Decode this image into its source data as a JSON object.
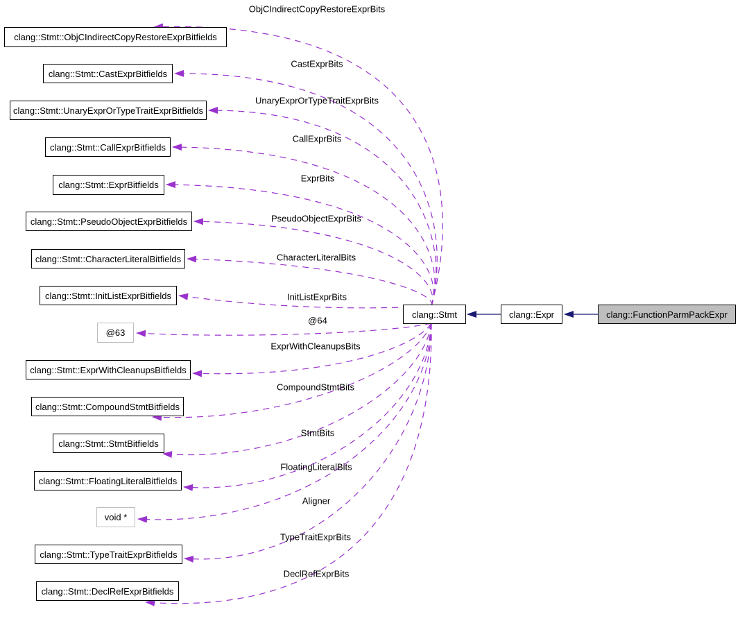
{
  "colors": {
    "member_edge": "#9a32cd",
    "inheritance_edge": "#191970",
    "class_border": "#000000",
    "class_fill": "#ffffff",
    "anon_border": "#bdbdbd",
    "main_fill": "#bebebe",
    "text": "#000000",
    "background": "#ffffff"
  },
  "nodes": [
    {
      "id": "objc-indirect-copy-restore-expr-bitfields",
      "label": "clang::Stmt::ObjCIndirectCopyRestoreExprBitfields",
      "kind": "class"
    },
    {
      "id": "cast-expr-bitfields",
      "label": "clang::Stmt::CastExprBitfields",
      "kind": "class"
    },
    {
      "id": "unary-expr-or-type-trait-expr-bitfields",
      "label": "clang::Stmt::UnaryExprOrTypeTraitExprBitfields",
      "kind": "class"
    },
    {
      "id": "call-expr-bitfields",
      "label": "clang::Stmt::CallExprBitfields",
      "kind": "class"
    },
    {
      "id": "expr-bitfields",
      "label": "clang::Stmt::ExprBitfields",
      "kind": "class"
    },
    {
      "id": "pseudo-object-expr-bitfields",
      "label": "clang::Stmt::PseudoObjectExprBitfields",
      "kind": "class"
    },
    {
      "id": "character-literal-bitfields",
      "label": "clang::Stmt::CharacterLiteralBitfields",
      "kind": "class"
    },
    {
      "id": "init-list-expr-bitfields",
      "label": "clang::Stmt::InitListExprBitfields",
      "kind": "class"
    },
    {
      "id": "anon-63",
      "label": "@63",
      "kind": "anon"
    },
    {
      "id": "expr-with-cleanups-bitfields",
      "label": "clang::Stmt::ExprWithCleanupsBitfields",
      "kind": "class"
    },
    {
      "id": "compound-stmt-bitfields",
      "label": "clang::Stmt::CompoundStmtBitfields",
      "kind": "class"
    },
    {
      "id": "stmt-bitfields",
      "label": "clang::Stmt::StmtBitfields",
      "kind": "class"
    },
    {
      "id": "floating-literal-bitfields",
      "label": "clang::Stmt::FloatingLiteralBitfields",
      "kind": "class"
    },
    {
      "id": "void-pointer",
      "label": "void *",
      "kind": "anon"
    },
    {
      "id": "type-trait-expr-bitfields",
      "label": "clang::Stmt::TypeTraitExprBitfields",
      "kind": "class"
    },
    {
      "id": "decl-ref-expr-bitfields",
      "label": "clang::Stmt::DeclRefExprBitfields",
      "kind": "class"
    },
    {
      "id": "stmt",
      "label": "clang::Stmt",
      "kind": "class"
    },
    {
      "id": "expr",
      "label": "clang::Expr",
      "kind": "class"
    },
    {
      "id": "function-parm-pack-expr",
      "label": "clang::FunctionParmPackExpr",
      "kind": "main"
    }
  ],
  "member_edges": [
    {
      "label": "ObjCIndirectCopyRestoreExprBits",
      "from": "stmt",
      "to": "objc-indirect-copy-restore-expr-bitfields"
    },
    {
      "label": "CastExprBits",
      "from": "stmt",
      "to": "cast-expr-bitfields"
    },
    {
      "label": "UnaryExprOrTypeTraitExprBits",
      "from": "stmt",
      "to": "unary-expr-or-type-trait-expr-bitfields"
    },
    {
      "label": "CallExprBits",
      "from": "stmt",
      "to": "call-expr-bitfields"
    },
    {
      "label": "ExprBits",
      "from": "stmt",
      "to": "expr-bitfields"
    },
    {
      "label": "PseudoObjectExprBits",
      "from": "stmt",
      "to": "pseudo-object-expr-bitfields"
    },
    {
      "label": "CharacterLiteralBits",
      "from": "stmt",
      "to": "character-literal-bitfields"
    },
    {
      "label": "InitListExprBits",
      "from": "stmt",
      "to": "init-list-expr-bitfields"
    },
    {
      "label": "@64",
      "from": "stmt",
      "to": "anon-63"
    },
    {
      "label": "ExprWithCleanupsBits",
      "from": "stmt",
      "to": "expr-with-cleanups-bitfields"
    },
    {
      "label": "CompoundStmtBits",
      "from": "stmt",
      "to": "compound-stmt-bitfields"
    },
    {
      "label": "StmtBits",
      "from": "stmt",
      "to": "stmt-bitfields"
    },
    {
      "label": "FloatingLiteralBits",
      "from": "stmt",
      "to": "floating-literal-bitfields"
    },
    {
      "label": "Aligner",
      "from": "stmt",
      "to": "void-pointer"
    },
    {
      "label": "TypeTraitExprBits",
      "from": "stmt",
      "to": "type-trait-expr-bitfields"
    },
    {
      "label": "DeclRefExprBits",
      "from": "stmt",
      "to": "decl-ref-expr-bitfields"
    }
  ],
  "inheritance_edges": [
    {
      "from": "expr",
      "to": "stmt"
    },
    {
      "from": "function-parm-pack-expr",
      "to": "expr"
    }
  ]
}
